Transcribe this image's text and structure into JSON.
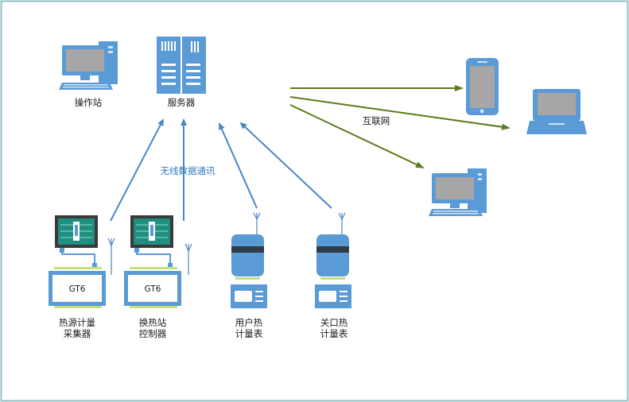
{
  "nodes": {
    "operator_station": "操作站",
    "server": "服务器",
    "internet": "互联网",
    "wireless": "无线数据通讯",
    "heat_source_line1": "热源计量",
    "heat_source_line2": "采集器",
    "exchange_line1": "换热站",
    "exchange_line2": "控制器",
    "user_meter_line1": "用户热",
    "user_meter_line2": "计量表",
    "gate_meter_line1": "关口热",
    "gate_meter_line2": "计量表",
    "device_model_1": "GT6",
    "device_model_2": "GT6"
  },
  "colors": {
    "frame": "#8fc0c7",
    "device_blue": "#5a9bd5",
    "screen_gray": "#a6a6a6",
    "arrow_blue": "#4a86c5",
    "arrow_green": "#5e7a1c",
    "hmi_teal": "#1f8f80",
    "hmi_body": "#3a3a3a",
    "accent_green": "#c9e07a"
  },
  "icons": [
    "desktop-computer-icon",
    "server-rack-icon",
    "smartphone-icon",
    "laptop-icon",
    "hmi-panel-icon",
    "antenna-icon",
    "heat-meter-icon"
  ]
}
